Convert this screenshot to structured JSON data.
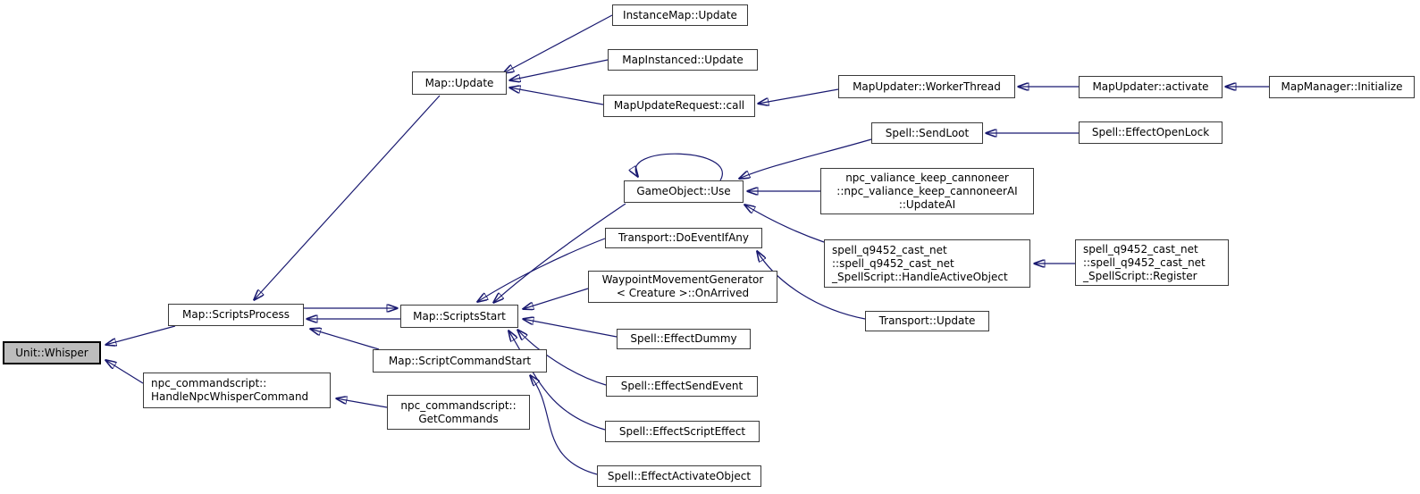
{
  "diagram": {
    "type": "caller-graph",
    "background_color": "#ffffff",
    "edge_color": "#191970",
    "node_fill": "#ffffff",
    "node_border_color": "#3a3a3a",
    "root_node_fill": "#bdbdbd",
    "nodes": [
      {
        "id": "instancemap-update",
        "label": "InstanceMap::Update"
      },
      {
        "id": "mapinstanced-update",
        "label": "MapInstanced::Update"
      },
      {
        "id": "map-update",
        "label": "Map::Update"
      },
      {
        "id": "mapupdaterequest-call",
        "label": "MapUpdateRequest::call"
      },
      {
        "id": "mapupdater-workerthread",
        "label": "MapUpdater::WorkerThread"
      },
      {
        "id": "mapupdater-activate",
        "label": "MapUpdater::activate"
      },
      {
        "id": "mapmanager-initialize",
        "label": "MapManager::Initialize"
      },
      {
        "id": "spell-sendloot",
        "label": "Spell::SendLoot"
      },
      {
        "id": "spell-effectopenlock",
        "label": "Spell::EffectOpenLock"
      },
      {
        "id": "gameobject-use",
        "label": "GameObject::Use"
      },
      {
        "id": "npc-valiance-updateai",
        "label": "npc_valiance_keep_cannoneer\n::npc_valiance_keep_cannoneerAI\n::UpdateAI"
      },
      {
        "id": "transport-doeventifany",
        "label": "Transport::DoEventIfAny"
      },
      {
        "id": "spell-q9452-handleactiveobject",
        "label": "spell_q9452_cast_net\n::spell_q9452_cast_net\n_SpellScript::HandleActiveObject"
      },
      {
        "id": "spell-q9452-register",
        "label": "spell_q9452_cast_net\n::spell_q9452_cast_net\n_SpellScript::Register"
      },
      {
        "id": "transport-update",
        "label": "Transport::Update"
      },
      {
        "id": "waypoint-onarrived",
        "label": "WaypointMovementGenerator\n< Creature >::OnArrived"
      },
      {
        "id": "unit-whisper",
        "label": "Unit::Whisper",
        "highlighted": true
      },
      {
        "id": "map-scriptsprocess",
        "label": "Map::ScriptsProcess"
      },
      {
        "id": "map-scriptsstart",
        "label": "Map::ScriptsStart"
      },
      {
        "id": "map-scriptcommandstart",
        "label": "Map::ScriptCommandStart"
      },
      {
        "id": "npc-handlenpcwhispercommand",
        "label": "npc_commandscript::\nHandleNpcWhisperCommand"
      },
      {
        "id": "npc-getcommands",
        "label": "npc_commandscript::\nGetCommands"
      },
      {
        "id": "spell-effectdummy",
        "label": "Spell::EffectDummy"
      },
      {
        "id": "spell-effectsendevent",
        "label": "Spell::EffectSendEvent"
      },
      {
        "id": "spell-effectscripteffect",
        "label": "Spell::EffectScriptEffect"
      },
      {
        "id": "spell-effectactivateobject",
        "label": "Spell::EffectActivateObject"
      }
    ],
    "edges": [
      {
        "from": "instancemap-update",
        "to": "map-update"
      },
      {
        "from": "mapinstanced-update",
        "to": "map-update"
      },
      {
        "from": "mapupdaterequest-call",
        "to": "map-update"
      },
      {
        "from": "mapupdater-workerthread",
        "to": "mapupdaterequest-call"
      },
      {
        "from": "mapupdater-activate",
        "to": "mapupdater-workerthread"
      },
      {
        "from": "mapmanager-initialize",
        "to": "mapupdater-activate"
      },
      {
        "from": "spell-effectopenlock",
        "to": "spell-sendloot"
      },
      {
        "from": "spell-sendloot",
        "to": "gameobject-use"
      },
      {
        "from": "gameobject-use",
        "to": "gameobject-use"
      },
      {
        "from": "npc-valiance-updateai",
        "to": "gameobject-use"
      },
      {
        "from": "spell-q9452-handleactiveobject",
        "to": "gameobject-use"
      },
      {
        "from": "spell-q9452-register",
        "to": "spell-q9452-handleactiveobject"
      },
      {
        "from": "transport-update",
        "to": "transport-doeventifany"
      },
      {
        "from": "gameobject-use",
        "to": "map-scriptsstart"
      },
      {
        "from": "transport-doeventifany",
        "to": "map-scriptsstart"
      },
      {
        "from": "waypoint-onarrived",
        "to": "map-scriptsstart"
      },
      {
        "from": "spell-effectdummy",
        "to": "map-scriptsstart"
      },
      {
        "from": "spell-effectsendevent",
        "to": "map-scriptsstart"
      },
      {
        "from": "spell-effectscripteffect",
        "to": "map-scriptsstart"
      },
      {
        "from": "spell-effectactivateobject",
        "to": "map-scriptcommandstart"
      },
      {
        "from": "map-update",
        "to": "map-scriptsprocess"
      },
      {
        "from": "map-scriptsprocess",
        "to": "map-scriptsstart"
      },
      {
        "from": "map-scriptsstart",
        "to": "map-scriptsprocess"
      },
      {
        "from": "map-scriptcommandstart",
        "to": "map-scriptsprocess"
      },
      {
        "from": "map-scriptsprocess",
        "to": "unit-whisper"
      },
      {
        "from": "npc-handlenpcwhispercommand",
        "to": "unit-whisper"
      },
      {
        "from": "npc-getcommands",
        "to": "npc-handlenpcwhispercommand"
      }
    ]
  }
}
